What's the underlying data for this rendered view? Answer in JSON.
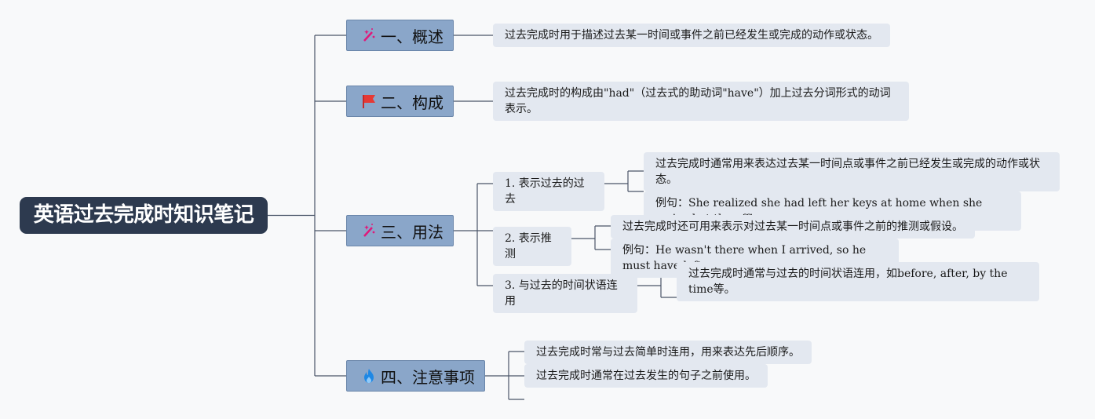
{
  "root": {
    "title": "英语过去完成时知识笔记"
  },
  "branches": [
    {
      "label": "一、概述",
      "icon": "magic-wand-icon",
      "leaves": [
        "过去完成时用于描述过去某一时间或事件之前已经发生或完成的动作或状态。"
      ]
    },
    {
      "label": "二、构成",
      "icon": "red-flag-icon",
      "leaves": [
        "过去完成时的构成由\"had\"（过去式的助动词\"have\"）加上过去分词形式的动词表示。"
      ]
    },
    {
      "label": "三、用法",
      "icon": "magic-wand-icon",
      "subs": [
        {
          "label": "1. 表示过去的过去",
          "leaves": [
            "过去完成时通常用来表达过去某一时间点或事件之前已经发生或完成的动作或状态。",
            "例句：She realized she had left her keys at home when she arrived at the office."
          ]
        },
        {
          "label": "2. 表示推测",
          "leaves": [
            "过去完成时还可用来表示对过去某一时间点或事件之前的推测或假设。",
            "例句：He wasn't there when I arrived, so he must have left."
          ]
        },
        {
          "label": "3. 与过去的时间状语连用",
          "leaves": [
            "过去完成时通常与过去的时间状语连用，如before, after, by the time等。"
          ]
        }
      ]
    },
    {
      "label": "四、注意事项",
      "icon": "flame-icon",
      "leaves": [
        "过去完成时常与过去简单时连用，用来表达先后顺序。",
        "过去完成时通常在过去发生的句子之前使用。"
      ]
    }
  ],
  "colors": {
    "root_bg": "#2d3a4f",
    "branch_bg": "#8aa6c9",
    "leaf_bg": "#e3e8f0",
    "line": "#4a5568"
  }
}
